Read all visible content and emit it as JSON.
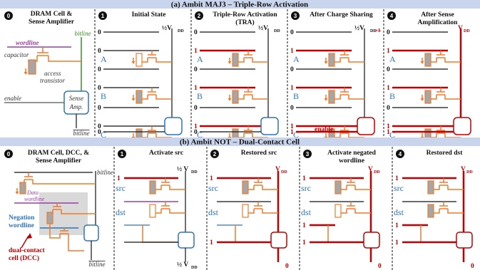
{
  "colors": {
    "wire": "#ee7b2f",
    "red": "#c00000",
    "blue": "#2e75b6",
    "band": "#c9d5ec",
    "purple": "#9b3ea8",
    "green": "#3a8a2a",
    "gray": "#a6a6a6"
  },
  "top": {
    "title": "(a) Ambit MAJ3 – Triple-Row Activation",
    "panels": [
      {
        "num": "0",
        "title_l1": "DRAM Cell &",
        "title_l2": "Sense Amplifier"
      },
      {
        "num": "1",
        "title_l1": "Initial State",
        "title_l2": ""
      },
      {
        "num": "2",
        "title_l1": "Triple-Row Activation",
        "title_l2": "(TRA)"
      },
      {
        "num": "3",
        "title_l1": "After Charge Sharing",
        "title_l2": ""
      },
      {
        "num": "4",
        "title_l1": "After Sense",
        "title_l2": "Amplification"
      }
    ],
    "labels": {
      "bitline": "bitline",
      "wordline": "wordline",
      "capacitor": "capacitor",
      "access": "access",
      "transistor": "transistor",
      "enable": "enable",
      "sense": "Sense",
      "amp": "Amp.",
      "bitline_bar": "bitline",
      "half_vdd": "½V",
      "dd": "DD",
      "delta": "+δ",
      "vdd": "V",
      "enable_red": "enable"
    },
    "rows": [
      "A",
      "B",
      "C"
    ]
  },
  "bottom": {
    "title": "(b) Ambit NOT – Dual-Contact Cell",
    "panels": [
      {
        "num": "0",
        "title_l1": "DRAM Cell, DCC, &",
        "title_l2": "Sense Amplifier"
      },
      {
        "num": "1",
        "title_l1": "Activate src",
        "title_l2": ""
      },
      {
        "num": "2",
        "title_l1": "Restored src",
        "title_l2": ""
      },
      {
        "num": "3",
        "title_l1": "Activate negated",
        "title_l2": "wordline"
      },
      {
        "num": "4",
        "title_l1": "Restored dst",
        "title_l2": ""
      }
    ],
    "labels": {
      "bitline": "bitline",
      "data_wl_1": "Data",
      "data_wl_2": "wordline",
      "neg_1": "Negation",
      "neg_2": "wordline",
      "dcc_1": "dual-contact",
      "dcc_2": "cell (DCC)",
      "bitline_bar": "bitline",
      "src": "src",
      "dst": "dst",
      "half_vdd": "½ V",
      "dd": "DD",
      "vdd": "V"
    }
  },
  "values": {
    "zero": "0",
    "one": "1"
  }
}
